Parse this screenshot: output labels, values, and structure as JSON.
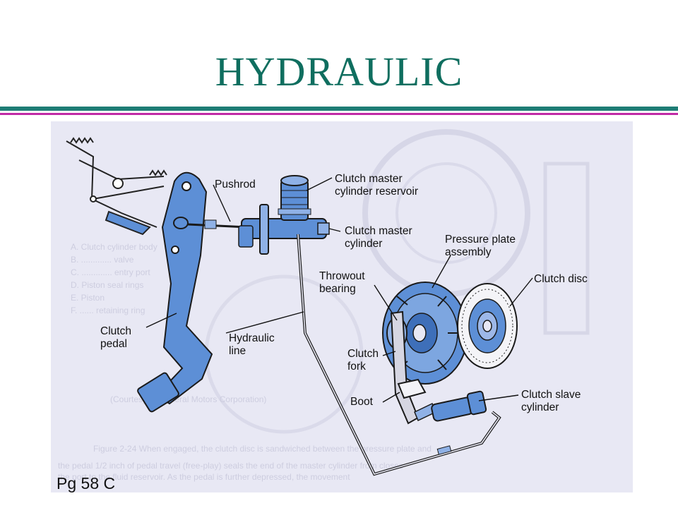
{
  "slide": {
    "title": "HYDRAULIC",
    "page_ref": "Pg 58 C"
  },
  "colors": {
    "title": "#0f6e5f",
    "rule_teal": "#1f7d75",
    "rule_magenta": "#c02aa6",
    "part_blue": "#5d8fd6",
    "figure_bg": "#e8e8f4"
  },
  "diagram": {
    "labels": {
      "pushrod": "Pushrod",
      "reservoir_1": "Clutch master",
      "reservoir_2": "cylinder reservoir",
      "master_cyl_1": "Clutch master",
      "master_cyl_2": "cylinder",
      "pressure_plate_1": "Pressure plate",
      "pressure_plate_2": "assembly",
      "throwout_1": "Throwout",
      "throwout_2": "bearing",
      "clutch_disc": "Clutch disc",
      "pedal_1": "Clutch",
      "pedal_2": "pedal",
      "hydraulic_line_1": "Hydraulic",
      "hydraulic_line_2": "line",
      "fork_1": "Clutch",
      "fork_2": "fork",
      "boot": "Boot",
      "slave_1": "Clutch slave",
      "slave_2": "cylinder"
    }
  }
}
